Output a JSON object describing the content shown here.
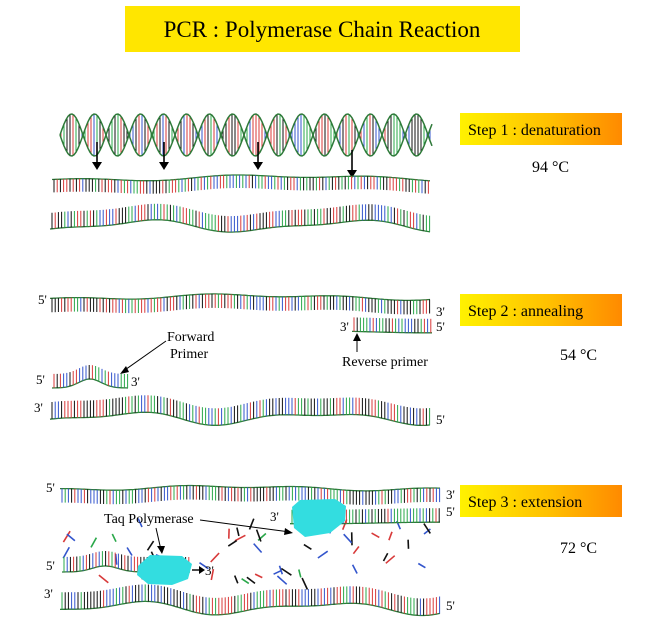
{
  "title": "PCR : Polymerase Chain Reaction",
  "colors": {
    "title_box": "#ffe600",
    "step_gradient_start": "#fff200",
    "step_gradient_end": "#ff8a00",
    "polymerase": "#33dde0",
    "backbone": "#2f7a3a",
    "base_palette": [
      "#111111",
      "#d83a3a",
      "#2aa84a",
      "#3355cc"
    ]
  },
  "steps": [
    {
      "label": "Step 1 : denaturation",
      "temp": "94 °C"
    },
    {
      "label": "Step 2 : annealing",
      "temp": "54 °C"
    },
    {
      "label": "Step 3 : extension",
      "temp": "72 °C"
    }
  ],
  "panel2": {
    "five_prime": "5'",
    "three_prime": "3'",
    "forward_primer_line1": "Forward",
    "forward_primer_line2": "Primer",
    "reverse_primer": "Reverse primer"
  },
  "panel3": {
    "five_prime": "5'",
    "three_prime": "3'",
    "taq_polymerase": "Taq Polymerase"
  },
  "icons": [
    "down-arrow-icon",
    "polymerase-blob-icon"
  ]
}
